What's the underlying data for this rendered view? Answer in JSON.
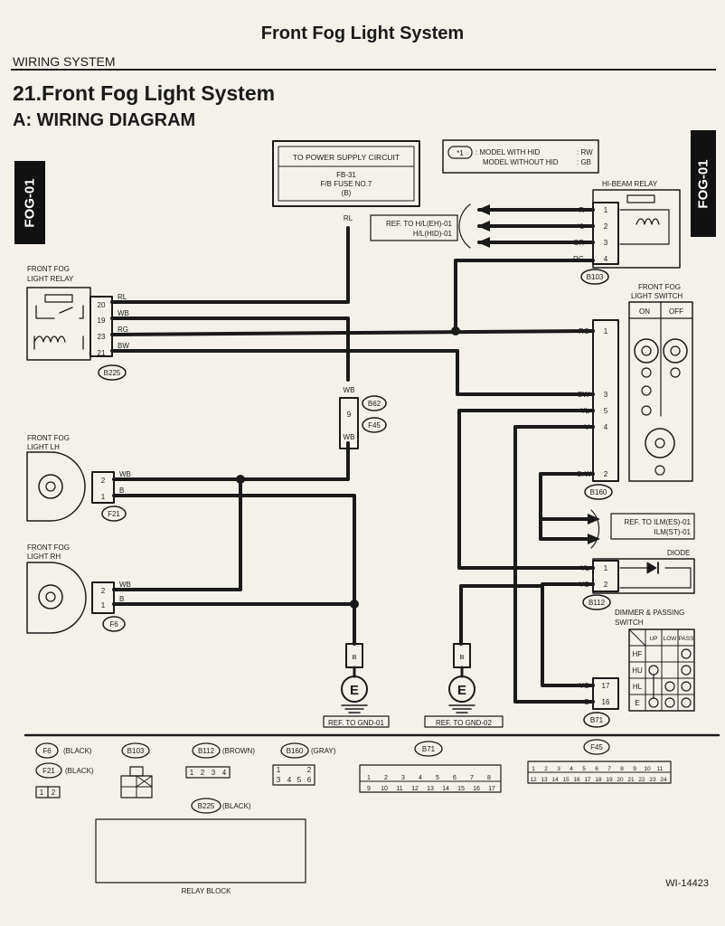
{
  "page_title": "Front Fog Light System",
  "section_label": "WIRING SYSTEM",
  "heading": "21.Front Fog Light System",
  "subheading": "A:  WIRING DIAGRAM",
  "tab_label": "FOG-01",
  "power_supply": {
    "title": "TO POWER SUPPLY CIRCUIT",
    "line1": "FB-31",
    "line2": "F/B FUSE NO.7",
    "line3": "(B)"
  },
  "legend": {
    "marker": "*1",
    "line1": ": MODEL WITH HID",
    "line1_code": ": RW",
    "line2": "MODEL WITHOUT HID",
    "line2_code": ": GB"
  },
  "components": {
    "hi_beam_relay": "HI-BEAM RELAY",
    "fog_relay_line1": "FRONT FOG",
    "fog_relay_line2": "LIGHT RELAY",
    "fog_switch_line1": "FRONT FOG",
    "fog_switch_line2": "LIGHT SWITCH",
    "switch_on": "ON",
    "switch_off": "OFF",
    "fog_lh_line1": "FRONT FOG",
    "fog_lh_line2": "LIGHT LH",
    "fog_rh_line1": "FRONT FOG",
    "fog_rh_line2": "LIGHT RH",
    "diode": "DIODE",
    "dimmer_line1": "DIMMER & PASSING",
    "dimmer_line2": "SWITCH",
    "dimmer_cols": [
      "UP",
      "LOW",
      "PASS"
    ],
    "dimmer_rows": [
      "HF",
      "HU",
      "HL",
      "E"
    ]
  },
  "references": {
    "hl": [
      "REF. TO H/L(EH)-01",
      "H/L(HID)-01"
    ],
    "ilm": [
      "REF. TO ILM(ES)-01",
      "ILM(ST)-01"
    ],
    "gnd1": "REF. TO GND-01",
    "gnd2": "REF. TO GND-02",
    "ground_symbol": "E"
  },
  "connector_ids": {
    "b103": "B103",
    "b225": "B225",
    "b62": "B62",
    "f45": "F45",
    "f21": "F21",
    "f6": "F6",
    "b160": "B160",
    "b112": "B112",
    "b71": "B71"
  },
  "hi_beam_pins": [
    {
      "wire": "R",
      "pin": "1"
    },
    {
      "wire": "*1",
      "pin": "2"
    },
    {
      "wire": "GR",
      "pin": "3"
    },
    {
      "wire": "RG",
      "pin": "4"
    }
  ],
  "fog_relay_pins": [
    {
      "pin": "20",
      "wire": "RL"
    },
    {
      "pin": "19",
      "wire": "WB"
    },
    {
      "pin": "23",
      "wire": "RG"
    },
    {
      "pin": "21",
      "wire": "BW"
    }
  ],
  "power_wire": "RL",
  "b62_pins": [
    {
      "wire": "WB",
      "pin": "9"
    },
    {
      "wire": "WB",
      "pin": ""
    }
  ],
  "lh_pins": [
    {
      "pin": "2",
      "wire": "WB"
    },
    {
      "pin": "1",
      "wire": "B"
    }
  ],
  "rh_pins": [
    {
      "pin": "2",
      "wire": "WB"
    },
    {
      "pin": "1",
      "wire": "B"
    }
  ],
  "switch_pins": [
    {
      "wire": "RG",
      "pin": "1"
    },
    {
      "wire": "BW",
      "pin": "3"
    },
    {
      "wire": "YL",
      "pin": "5"
    },
    {
      "wire": "V",
      "pin": "4"
    },
    {
      "wire": "OrW",
      "pin": "2"
    }
  ],
  "diode_pins": [
    {
      "wire": "YL",
      "pin": "1"
    },
    {
      "wire": "YG",
      "pin": "2"
    }
  ],
  "dimmer_pins": [
    {
      "wire": "YG",
      "pin": "17"
    },
    {
      "wire": "B",
      "pin": "16"
    }
  ],
  "ground_wires": [
    "B",
    "B"
  ],
  "connector_views": {
    "f6": {
      "id": "F6",
      "color": "(BLACK)"
    },
    "f21": {
      "id": "F21",
      "color": "(BLACK)"
    },
    "b103": {
      "id": "B103"
    },
    "b112": {
      "id": "B112",
      "color": "(BROWN)"
    },
    "b160": {
      "id": "B160",
      "color": "(GRAY)"
    },
    "b71": {
      "id": "B71"
    },
    "f45": {
      "id": "F45"
    },
    "b225": {
      "id": "B225",
      "color": "(BLACK)"
    },
    "relay_block": "RELAY BLOCK",
    "f_pins": [
      "1",
      "2"
    ],
    "b112_pins": [
      "1",
      "2",
      "3",
      "4"
    ],
    "b160_top": [
      "1",
      "2"
    ],
    "b160_bottom": [
      "3",
      "4",
      "5",
      "6"
    ],
    "b71_top": [
      "1",
      "2",
      "3",
      "4",
      "5",
      "6",
      "7",
      "8"
    ],
    "b71_bottom": [
      "9",
      "10",
      "11",
      "12",
      "13",
      "14",
      "15",
      "16",
      "17"
    ],
    "f45_top": [
      "1",
      "2",
      "3",
      "4",
      "5",
      "6",
      "7",
      "8",
      "9",
      "10",
      "11"
    ],
    "f45_bottom": [
      "12",
      "13",
      "14",
      "15",
      "16",
      "17",
      "18",
      "19",
      "20",
      "21",
      "22",
      "23",
      "24"
    ]
  },
  "doc_id": "WI-14423"
}
